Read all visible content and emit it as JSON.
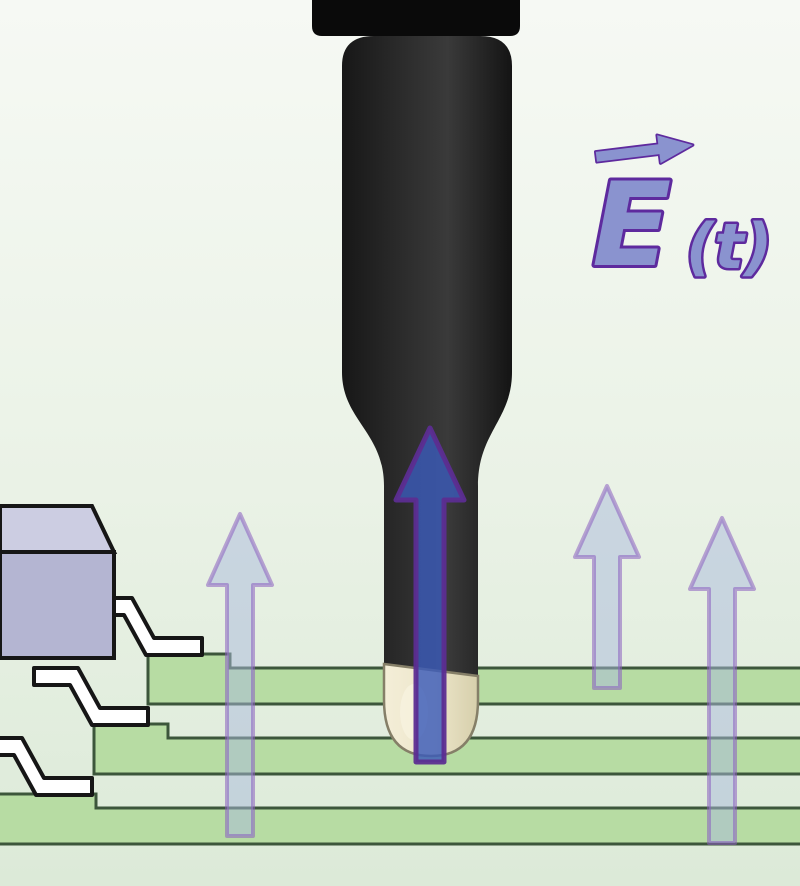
{
  "scene": {
    "description": "Near-field probe held above PCB traces measuring a time-varying electric field",
    "label": {
      "symbol": "E",
      "modifier": "(t)"
    },
    "field_arrows": {
      "direction": "up",
      "faint_count": 3,
      "main_count": 1,
      "meaning": "electric field lines rising from the traces"
    },
    "objects": {
      "probe": "black near-field probe with ceramic tip",
      "chip": "integrated circuit package with gull-wing leads",
      "traces": "three green PCB traces"
    }
  },
  "colors": {
    "bg_top": "#f5f8f3",
    "bg_mid": "#eaf2e6",
    "bg_bottom": "#dcead8",
    "probe_cap": "#0a0a0a",
    "probe_body": "#262626",
    "probe_tip_fill": "#ece5c9",
    "probe_tip_stroke": "#857f68",
    "trace_fill": "#b7dca3",
    "trace_stroke": "#3c563b",
    "chip_top": "#cccde2",
    "chip_front": "#b4b5d2",
    "chip_stroke": "#161616",
    "pin_fill": "#ffffff",
    "pin_stroke": "#161616",
    "field_arrow_fill": "#a9b9dc",
    "field_arrow_stroke": "#8a5fc0",
    "main_arrow_fill": "#3b5ab8",
    "main_arrow_stroke": "#5c2d91",
    "label_fill": "#8a93cf",
    "label_stroke": "#5e2a9e"
  }
}
